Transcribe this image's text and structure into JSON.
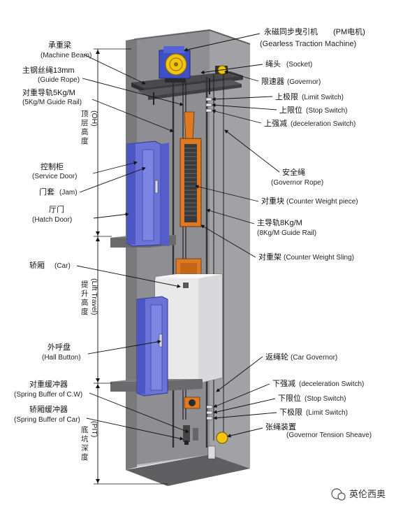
{
  "labels_left": [
    {
      "cn": "承重梁",
      "en": "(Machine Beam)"
    },
    {
      "cn": "主钢丝绳13mm",
      "en": "(Guide Rope)"
    },
    {
      "cn": "对重导轨5Kg/M",
      "en": "(5Kg/M Guide Rail)"
    },
    {
      "cn": "控制柜",
      "en": "(Service Door)"
    },
    {
      "cn": "门套",
      "en": "(Jam)"
    },
    {
      "cn": "厅门",
      "en": "(Hatch Door)"
    },
    {
      "cn": "轿厢",
      "en": "(Car)"
    },
    {
      "cn": "外呼盘",
      "en": "(Hall Button)"
    },
    {
      "cn": "对重缓冲器",
      "en": "(Spring Buffer of C.W)"
    },
    {
      "cn": "轿厢缓冲器",
      "en": "(Spring Buffer of Car)"
    }
  ],
  "labels_right": [
    {
      "cn": "永磁同步曳引机",
      "en": "(PM电机)"
    },
    {
      "cn": "",
      "en": "(Gearless Traction Machine)"
    },
    {
      "cn": "绳头",
      "en": "(Socket)"
    },
    {
      "cn": "限速器",
      "en": "(Governor)"
    },
    {
      "cn": "上极限",
      "en": "(Limit Switch)"
    },
    {
      "cn": "上限位",
      "en": "(Stop Switch)"
    },
    {
      "cn": "上强减",
      "en": "(deceleration Switch)"
    },
    {
      "cn": "安全绳",
      "en": "(Governor Rope)"
    },
    {
      "cn": "对重块",
      "en": "(Counter Weight piece)"
    },
    {
      "cn": "主导轨8Kg/M",
      "en": "(8Kg/M Guide Rail)"
    },
    {
      "cn": "对重架",
      "en": "(Counter Weight Sling)"
    },
    {
      "cn": "返绳轮",
      "en": "(Car Governor)"
    },
    {
      "cn": "下强减",
      "en": "(deceleration Switch)"
    },
    {
      "cn": "下限位",
      "en": "(Stop Switch)"
    },
    {
      "cn": "下极限",
      "en": "(Limit Switch)"
    },
    {
      "cn": "张绳装置",
      "en": "(Governor Tension Sheave)"
    }
  ],
  "dimensions": [
    {
      "cn": "顶层高度",
      "en": "(OH)"
    },
    {
      "cn": "提升高度",
      "en": "(Lift Travel)"
    },
    {
      "cn": "底坑深度",
      "en": "(PIT)"
    }
  ],
  "watermark": "英伦西奥",
  "colors": {
    "shaft_wall": "#8c8c8e",
    "shaft_dark": "#6d6d70",
    "door_blue": "#6b73d6",
    "counterweight_orange": "#e07a22",
    "car_white": "#efefef",
    "machine_blue": "#3f4fc4",
    "sheave_yellow": "#f1c40f"
  }
}
